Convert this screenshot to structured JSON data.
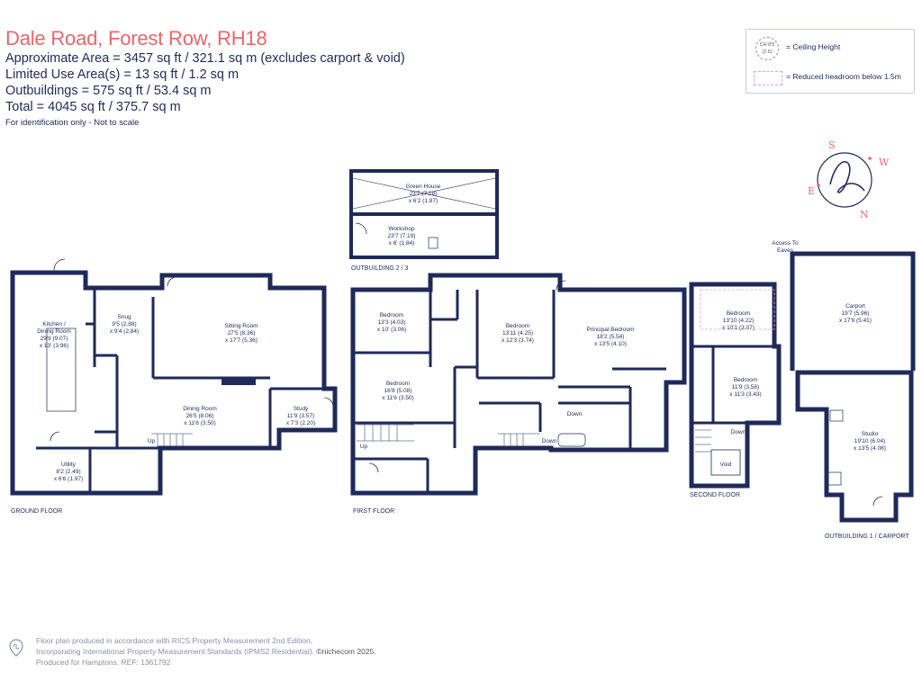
{
  "header": {
    "title": "Dale Road, Forest Row, RH18",
    "areas": [
      "Approximate Area = 3457 sq ft / 321.1 sq m (excludes carport & void)",
      "Limited Use Area(s) = 13 sq ft / 1.2 sq m",
      "Outbuildings = 575 sq ft / 53.4 sq m",
      "Total = 4045 sq ft / 375.7 sq m"
    ],
    "note": "For identification only - Not to scale"
  },
  "legend": {
    "ceiling_symbol": "CH 8'5 (2.6)",
    "ceiling_label": "= Ceiling Height",
    "reduced_label": "= Reduced headroom below 1.5m"
  },
  "compass": {
    "s": "S",
    "w": "W",
    "e": "E",
    "n": "N"
  },
  "floors": {
    "ground": "GROUND FLOOR",
    "first": "FIRST FLOOR",
    "second": "SECOND FLOOR",
    "out23": "OUTBUILDING 2 / 3",
    "out1": "OUTBUILDING 1 / CARPORT"
  },
  "rooms": {
    "kitchen": [
      "Kitchen /",
      "Dining Room",
      "29'9 (9.07)",
      "x 13' (3.96)"
    ],
    "snug": [
      "Snug",
      "9'5 (2.88)",
      "x 9'4 (2.84)"
    ],
    "sitting": [
      "Sitting Room",
      "27'5 (8.36)",
      "x 17'7 (5.36)"
    ],
    "dining": [
      "Dining Room",
      "26'5 (8.06)",
      "x 11'6 (3.50)"
    ],
    "study": [
      "Study",
      "11'9 (3.57)",
      "x 7'3 (2.20)"
    ],
    "utility": [
      "Utility",
      "8'2 (2.49)",
      "x 6'6 (1.97)"
    ],
    "bed1": [
      "Bedroom",
      "13'3 (4.03)",
      "x 10' (3.06)"
    ],
    "bed2": [
      "Bedroom",
      "16'8 (5.08)",
      "x 11'6 (3.50)"
    ],
    "bed3": [
      "Bedroom",
      "13'11 (4.25)",
      "x 12'3 (3.74)"
    ],
    "principal": [
      "Principal Bedroom",
      "18'2 (5.54)",
      "x 13'5 (4.10)"
    ],
    "bed4": [
      "Bedroom",
      "13'10 (4.22)",
      "x 10'1 (3.07)"
    ],
    "bed5": [
      "Bedroom",
      "11'9 (3.58)",
      "x 11'3 (3.43)"
    ],
    "greenhouse": [
      "Green House",
      "23'7 (7.18)",
      "x 6'2 (1.87)"
    ],
    "workshop": [
      "Workshop",
      "23'7 (7.19)",
      "x 6' (1.84)"
    ],
    "carport": [
      "Carport",
      "19'7 (5.96)",
      "x 17'9 (5.41)"
    ],
    "studio": [
      "Studio",
      "19'10 (6.04)",
      "x 13'5 (4.08)"
    ]
  },
  "labels": {
    "up": "Up",
    "down": "Down",
    "void": "Void",
    "access": [
      "Access To",
      "Eaves"
    ]
  },
  "footer": {
    "lines": [
      "Floor plan produced in accordance with RICS Property Measurement 2nd Edition,",
      "Incorporating International Property Measurement Standards (IPMS2 Residential).",
      "Produced for Hamptons.   REF:  1361792"
    ],
    "brand": "©nichecom 2025."
  },
  "colors": {
    "wall": "#1f2a5a",
    "accent": "#e8676b"
  }
}
